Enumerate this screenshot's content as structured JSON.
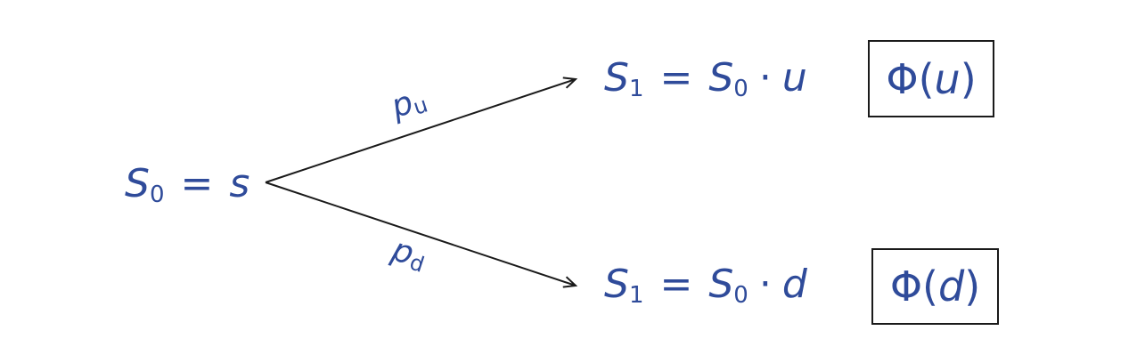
{
  "root": {
    "symbol": "S",
    "subscript": "0",
    "relation": "=",
    "value": "s"
  },
  "branches": [
    {
      "id": "up",
      "probability": {
        "symbol": "p",
        "subscript": "u"
      },
      "node": {
        "symbol": "S",
        "subscript": "1",
        "relation": "=",
        "base": "S",
        "base_subscript": "0",
        "operator": "·",
        "factor": "u"
      },
      "payoff": {
        "function": "Φ",
        "open": "(",
        "arg": "u",
        "close": ")"
      }
    },
    {
      "id": "down",
      "probability": {
        "symbol": "p",
        "subscript": "d"
      },
      "node": {
        "symbol": "S",
        "subscript": "1",
        "relation": "=",
        "base": "S",
        "base_subscript": "0",
        "operator": "·",
        "factor": "d"
      },
      "payoff": {
        "function": "Φ",
        "open": "(",
        "arg": "d",
        "close": ")"
      }
    }
  ],
  "colors": {
    "math_text": "#2f4b9a",
    "lines": "#1a1a1a"
  }
}
